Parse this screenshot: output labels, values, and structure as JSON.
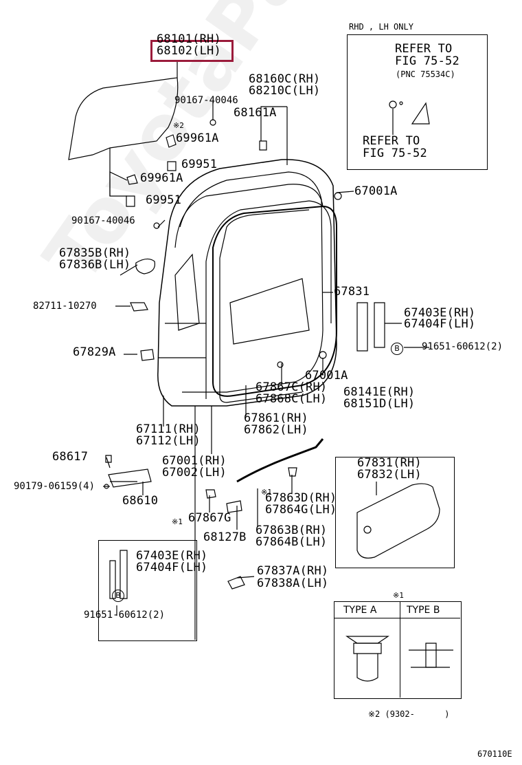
{
  "watermark": "ToyotaPartNine.ru",
  "highlight_part": "68102(LH)",
  "inset_top": {
    "title": "RHD , LH ONLY",
    "refer1": [
      "REFER TO",
      "FIG 75-52",
      "(PNC 75534C)"
    ],
    "refer2": [
      "REFER TO",
      "FIG 75-52"
    ]
  },
  "labels": {
    "p68101": "68101(RH)",
    "p68102": "68102(LH)",
    "p90167a": "90167-40046",
    "star2": "※2",
    "p69961a_1": "69961A",
    "p69951_1": "69951",
    "p69961a_2": "69961A",
    "p69951_2": "69951",
    "p90167b": "90167-40046",
    "p68160c": "68160C(RH)",
    "p68210c": "68210C(LH)",
    "p68161a": "68161A",
    "p67001a_1": "67001A",
    "p67835b": "67835B(RH)",
    "p67836b": "67836B(LH)",
    "p82711": "82711-10270",
    "p67831": "67831",
    "p67403e_1": "67403E(RH)",
    "p67404f_1": "67404F(LH)",
    "p91651_1": "91651-60612(2)",
    "p67829a": "67829A",
    "p67001a_2": "67001A",
    "p67867c": "67867C(RH)",
    "p67868c": "67868C(LH)",
    "p68141e": "68141E(RH)",
    "p68151d": "68151D(LH)",
    "p67111": "67111(RH)",
    "p67112": "67112(LH)",
    "p67861": "67861(RH)",
    "p67862": "67862(LH)",
    "p68617": "68617",
    "p67001": "67001(RH)",
    "p67002": "67002(LH)",
    "p90179": "90179-06159(4)",
    "p68610": "68610",
    "p67863d": "67863D(RH)",
    "p67864g": "67864G(LH)",
    "star1a": "※1",
    "p67867g": "67867G",
    "star1b": "※1",
    "p68127b": "68127B",
    "p67863b": "67863B(RH)",
    "p67864b": "67864B(LH)",
    "p67837a": "67837A(RH)",
    "p67838a": "67838A(LH)",
    "p67831_rh": "67831(RH)",
    "p67832_lh": "67832(LH)",
    "p67403e_2": "67403E(RH)",
    "p67404f_2": "67404F(LH)",
    "p91651_2": "91651-60612(2)",
    "circle_b": "B"
  },
  "type_table": {
    "note": "※1",
    "col_a": "TYPE  A",
    "col_b": "TYPE  B"
  },
  "footnote": "※2 (9302-      )",
  "figure_code": "670110E"
}
